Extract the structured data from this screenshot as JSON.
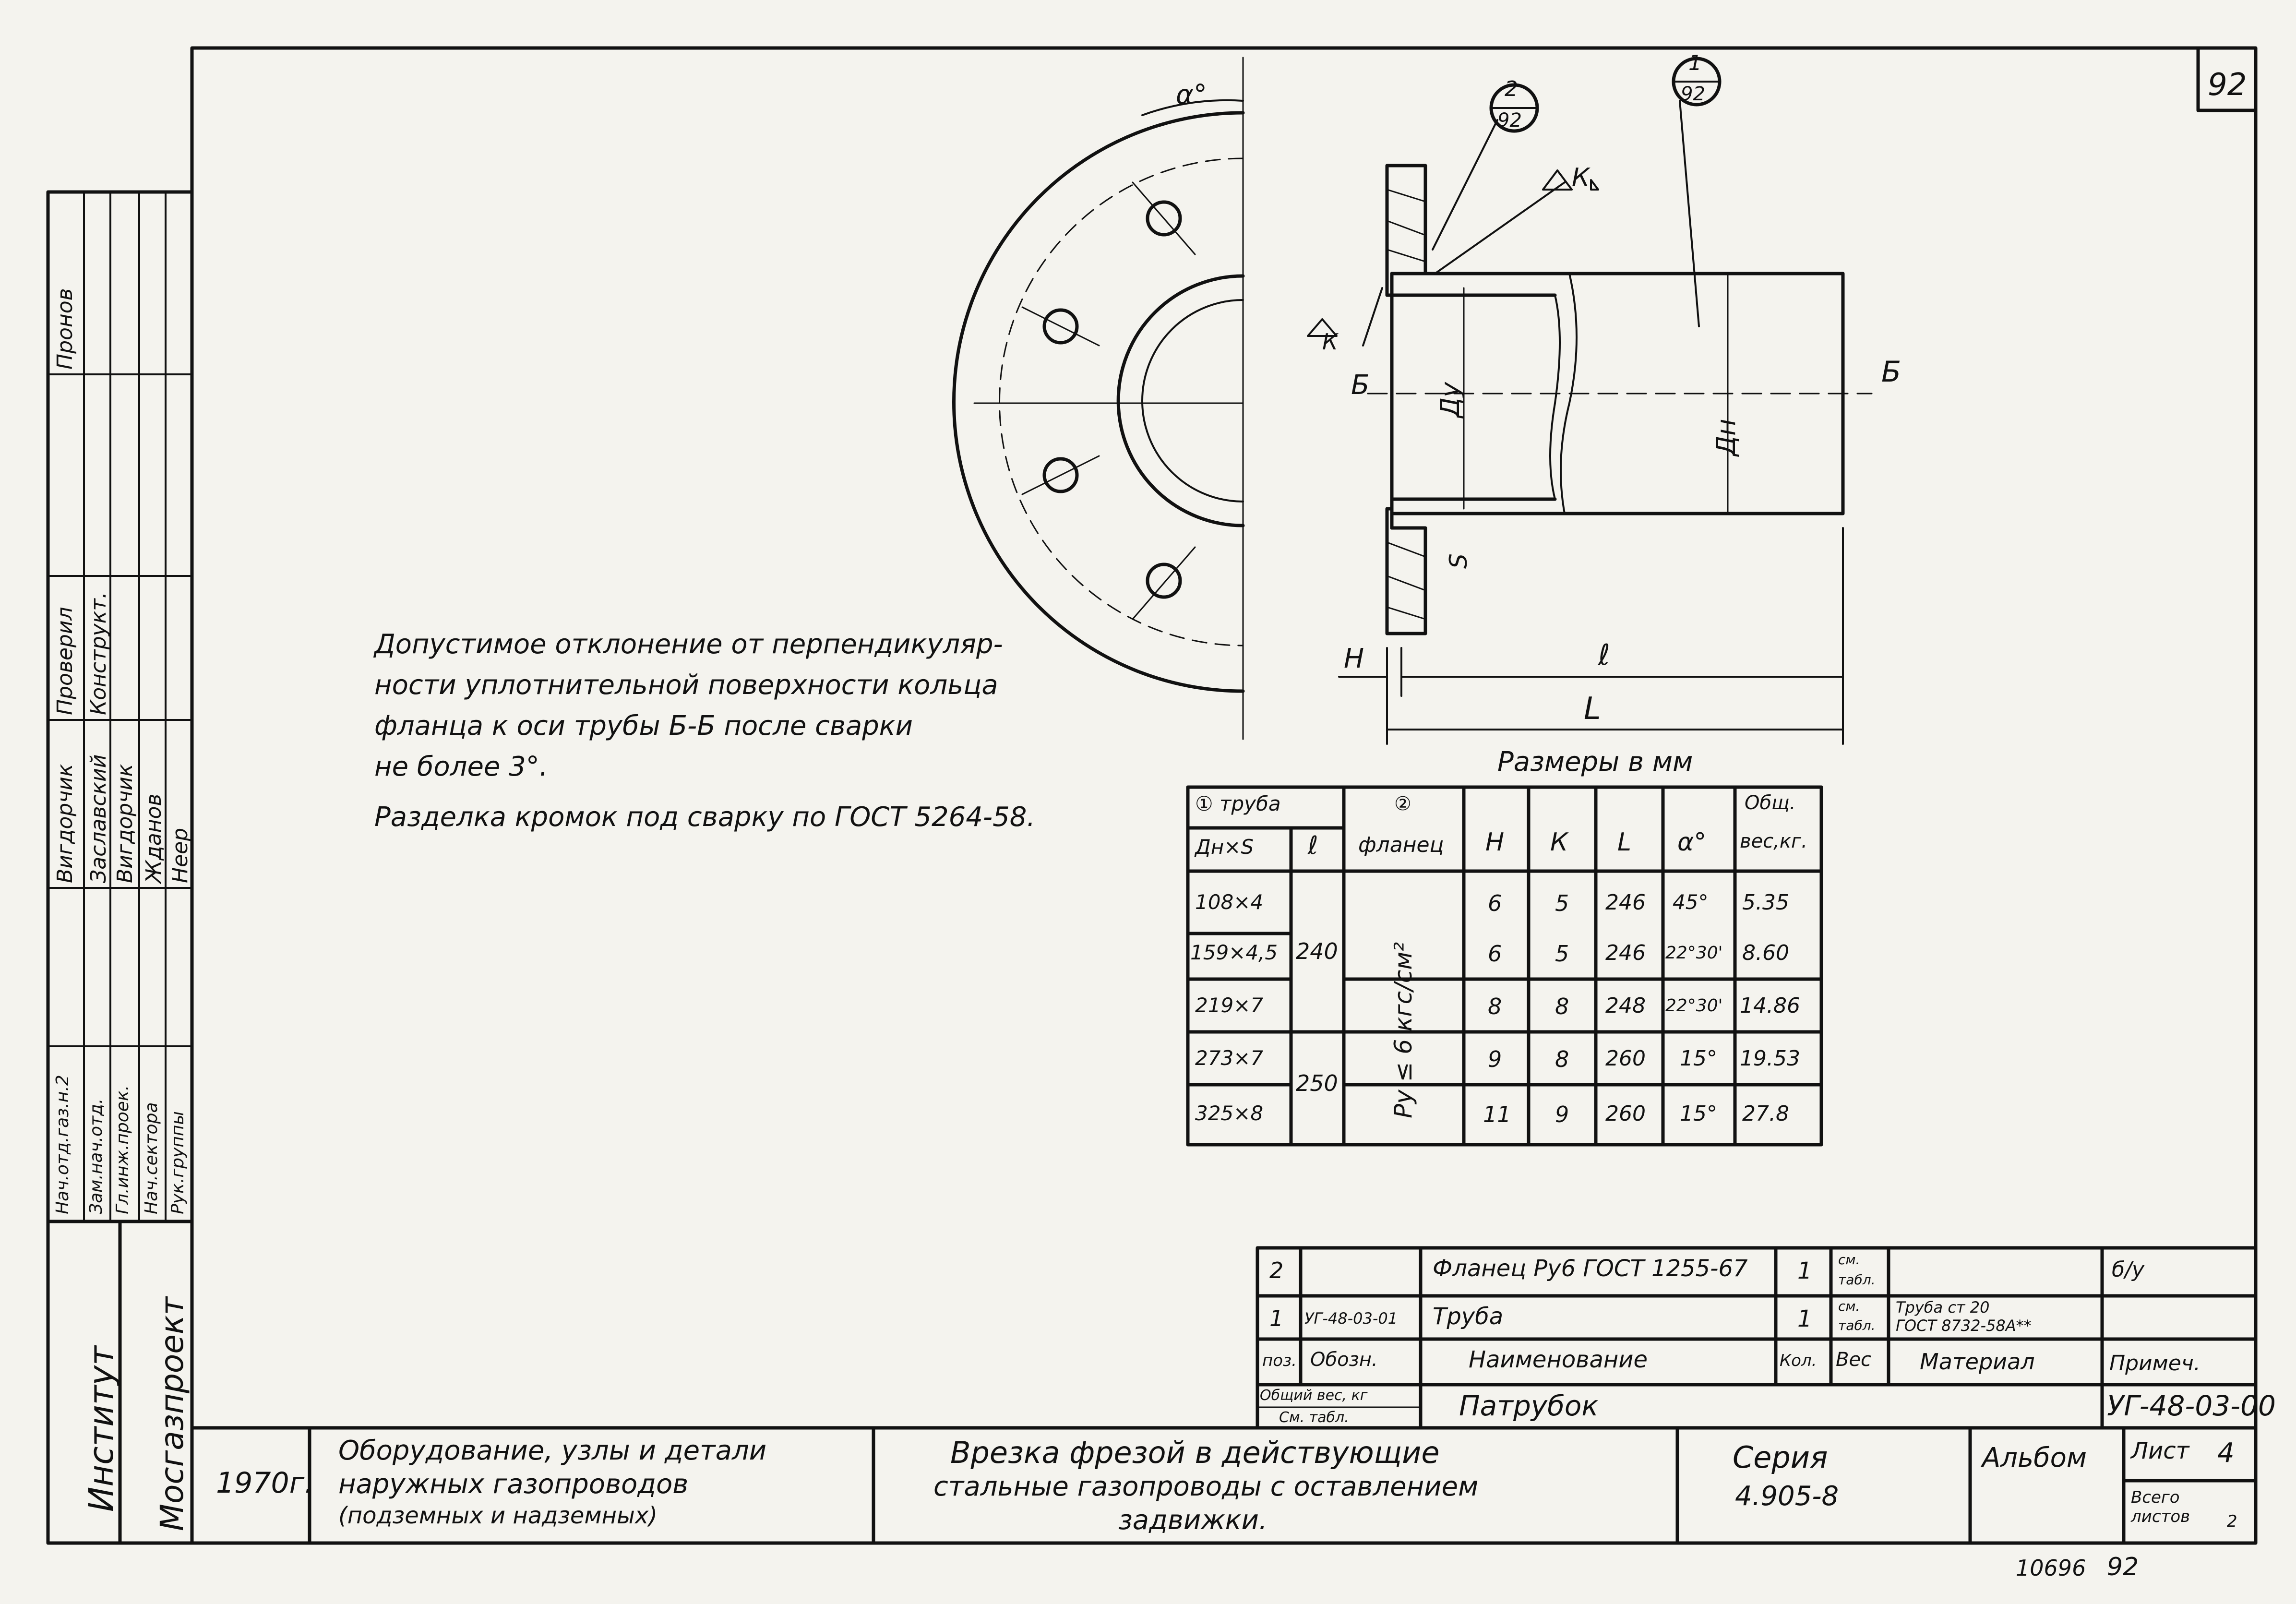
{
  "sheet_number": "92",
  "notes": {
    "line1": "Допустимое отклонение от перпендикуляр-",
    "line2": "ности уплотнительной поверхности кольца",
    "line3": "фланца к оси трубы Б-Б после сварки",
    "line4": "не более 3°.",
    "line5": "Разделка кромок под сварку по ГОСТ 5264-58."
  },
  "drawing_labels": {
    "angle": "α°",
    "callout2_top": "2",
    "callout2_bot": "92",
    "callout1_top": "1",
    "callout1_bot": "92",
    "weld_k": "К",
    "weld_k2": "К",
    "section_left": "Б",
    "section_right": "Б",
    "du": "Ду",
    "dn": "Дн",
    "s": "S",
    "dim_h": "Н",
    "dim_l_small": "ℓ",
    "dim_l_big": "L",
    "sizes_caption": "Размеры в мм"
  },
  "dim_table": {
    "h_pipe": "① труба",
    "h_flange_num": "②",
    "h_flange": "фланец",
    "h_dns": "Дн×S",
    "h_l": "ℓ",
    "h_H": "Н",
    "h_K": "К",
    "h_L": "L",
    "h_alpha": "α°",
    "h_weight1": "Общ.",
    "h_weight2": "вес,кг.",
    "flange_spec": "Ру ≤ 6 кгс/см²",
    "l_240": "240",
    "l_250": "250",
    "rows": [
      {
        "dns": "108×4",
        "H": "6",
        "K": "5",
        "L": "246",
        "a": "45°",
        "w": "5.35"
      },
      {
        "dns": "159×4,5",
        "H": "6",
        "K": "5",
        "L": "246",
        "a": "22°30'",
        "w": "8.60"
      },
      {
        "dns": "219×7",
        "H": "8",
        "K": "8",
        "L": "248",
        "a": "22°30'",
        "w": "14.86"
      },
      {
        "dns": "273×7",
        "H": "9",
        "K": "8",
        "L": "260",
        "a": "15°",
        "w": "19.53"
      },
      {
        "dns": "325×8",
        "H": "11",
        "K": "9",
        "L": "260",
        "a": "15°",
        "w": "27.8"
      }
    ]
  },
  "spec": {
    "r2_pos": "2",
    "r2_name": "Фланец Ру6 ГОСТ 1255-67",
    "r2_qty": "1",
    "r2_w1": "см.",
    "r2_w2": "табл.",
    "r2_note": "б/у",
    "r1_pos": "1",
    "r1_code": "УГ-48-03-01",
    "r1_name": "Труба",
    "r1_qty": "1",
    "r1_w1": "см.",
    "r1_w2": "табл.",
    "r1_mat1": "Труба ст 20",
    "r1_mat2": "ГОСТ 8732-58А**",
    "h_pos": "поз.",
    "h_code": "Обозн.",
    "h_name": "Наименование",
    "h_qty": "Кол.",
    "h_weight": "Вес",
    "h_mat": "Материал",
    "h_note": "Примеч.",
    "total1": "Общий вес, кг",
    "total2": "См. табл.",
    "part_name": "Патрубок",
    "doc_code": "УГ-48-03-00"
  },
  "title_block": {
    "year": "1970г.",
    "subject1": "Оборудование, узлы и детали",
    "subject2": "наружных газопроводов",
    "subject3": "(подземных и надземных)",
    "title1": "Врезка фрезой в действующие",
    "title2": "стальные газопроводы с оставлением",
    "title3": "задвижки.",
    "series_label": "Серия",
    "series_value": "4.905-8",
    "album_label": "Альбом",
    "sheet_label": "Лист",
    "sheet_value": "4",
    "total_label1": "Всего",
    "total_label2": "листов",
    "total_value": "2"
  },
  "left_strip": {
    "institute": "Институт",
    "org": "Мосгазпроект",
    "r1_role": "Нач.отд.газ.н.2",
    "r1_name": "Вигдорчик",
    "r2_role": "Зам.нач.отд.",
    "r2_name": "Заславский",
    "r3_role": "Гл.инж.проек.",
    "r3_name": "Вигдорчик",
    "r4_role": "Нач.сектора",
    "r4_name": "Жданов",
    "r5_role": "Рук.группы",
    "r5_name": "Неер",
    "chk1": "Проверил",
    "chk2": "Конструкт.",
    "chk_name": "Пронов"
  },
  "stamp_number": "10696",
  "stamp_page": "92"
}
